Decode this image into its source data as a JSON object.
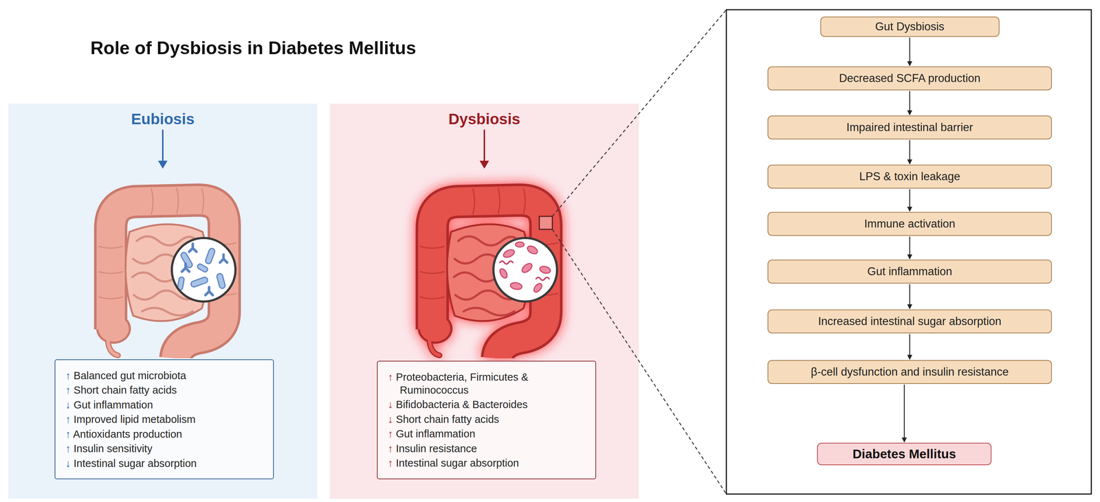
{
  "diagram": {
    "title": "Role of Dysbiosis in Diabetes Mellitus",
    "nodes": [
      {
        "text": [
          "Eubiosis"
        ]
      },
      {
        "text": [
          "↑ Balanced gut microbiota",
          "↑ Short chain fatty acids",
          "↓ Gut inflammation",
          "↑ Improved lipid metabolism",
          "↑ Antioxidants production",
          "↑ Insulin sensitivity",
          "↓ Intestinal sugar absorption"
        ],
        "in": 0
      },
      {
        "text": [
          "Dysbiosis"
        ]
      },
      {
        "text": [
          "↑ Proteobacteria, Firmicutes & Ruminococcus",
          "↓ Bifidobacteria & Bacteroides",
          "↓ Short chain fatty acids",
          "↑ Gut inflammation",
          "↑ Insulin resistance",
          "↑ Intestinal sugar absorption"
        ],
        "in": 2
      },
      {
        "text": [
          "Gut Dysbiosis"
        ]
      },
      {
        "text": [
          "Decreased SCFA production"
        ]
      },
      {
        "text": [
          "Impaired intestinal barrier"
        ]
      },
      {
        "text": [
          "LPS & toxin leakage"
        ]
      },
      {
        "text": [
          "Immune activation"
        ]
      },
      {
        "text": [
          "Gut inflammation"
        ]
      },
      {
        "text": [
          "Increased intestinal sugar absorption"
        ]
      },
      {
        "text": [
          "β-cell dysfunction and insulin resistance"
        ]
      },
      {
        "text": [
          "Diabetes Mellitus"
        ]
      }
    ],
    "edges": [
      {
        "from": 4,
        "to": 5,
        "arrow": "to"
      },
      {
        "from": 5,
        "to": 6,
        "arrow": "to"
      },
      {
        "from": 6,
        "to": 7,
        "arrow": "to"
      },
      {
        "from": 7,
        "to": 8,
        "arrow": "to"
      },
      {
        "from": 8,
        "to": 9,
        "arrow": "to"
      },
      {
        "from": 9,
        "to": 10,
        "arrow": "to"
      },
      {
        "from": 10,
        "to": 11,
        "arrow": "to"
      },
      {
        "from": 11,
        "to": 12,
        "arrow": "to"
      }
    ]
  }
}
